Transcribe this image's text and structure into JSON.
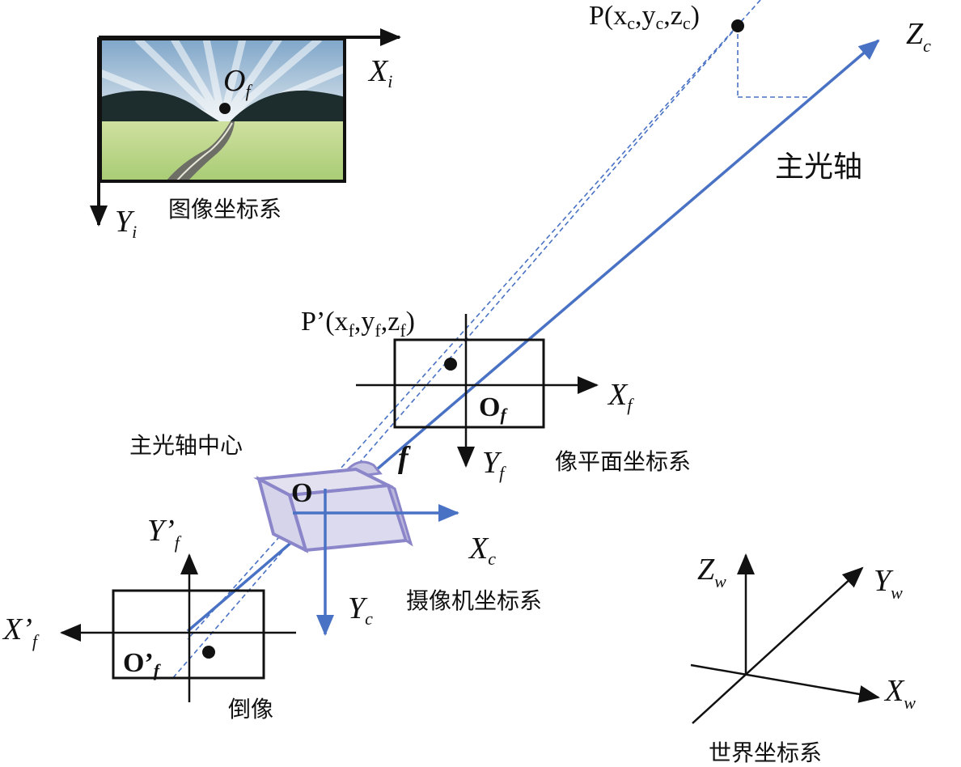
{
  "image_coord": {
    "x_axis": "X",
    "x_sub": "i",
    "y_axis": "Y",
    "y_sub": "i",
    "origin": "O",
    "origin_sub": "f",
    "caption": "图像坐标系"
  },
  "point_p": {
    "text_prefix": "P(x",
    "s1": "c",
    "comma1": ",y",
    "s2": "c",
    "comma2": ",z",
    "s3": "c",
    "close": ")"
  },
  "optical_axis": {
    "z_label": "Z",
    "z_sub": "c",
    "caption": "主光轴"
  },
  "point_p_prime": {
    "text_prefix": "P’(x",
    "s1": "f",
    "comma1": ",y",
    "s2": "f",
    "comma2": ",z",
    "s3": "f",
    "close": ")"
  },
  "image_plane": {
    "x_label": "X",
    "x_sub": "f",
    "y_label": "Y",
    "y_sub": "f",
    "origin": "O",
    "origin_sub": "f",
    "caption": "像平面坐标系"
  },
  "camera": {
    "center_caption": "主光轴中心",
    "origin": "O",
    "focal": "f",
    "x_label": "X",
    "x_sub": "c",
    "y_label": "Y",
    "y_sub": "c",
    "caption": "摄像机坐标系"
  },
  "inverted": {
    "y_label": "Y’",
    "y_sub": "f",
    "x_label": "X’",
    "x_sub": "f",
    "origin": "O’",
    "origin_sub": "f",
    "caption": "倒像"
  },
  "world": {
    "z_label": "Z",
    "z_sub": "w",
    "y_label": "Y",
    "y_sub": "w",
    "x_label": "X",
    "x_sub": "w",
    "caption": "世界坐标系"
  },
  "colors": {
    "axis_blue": "#4a72c4",
    "black": "#111111",
    "camera_purple": "#8b86c9"
  }
}
